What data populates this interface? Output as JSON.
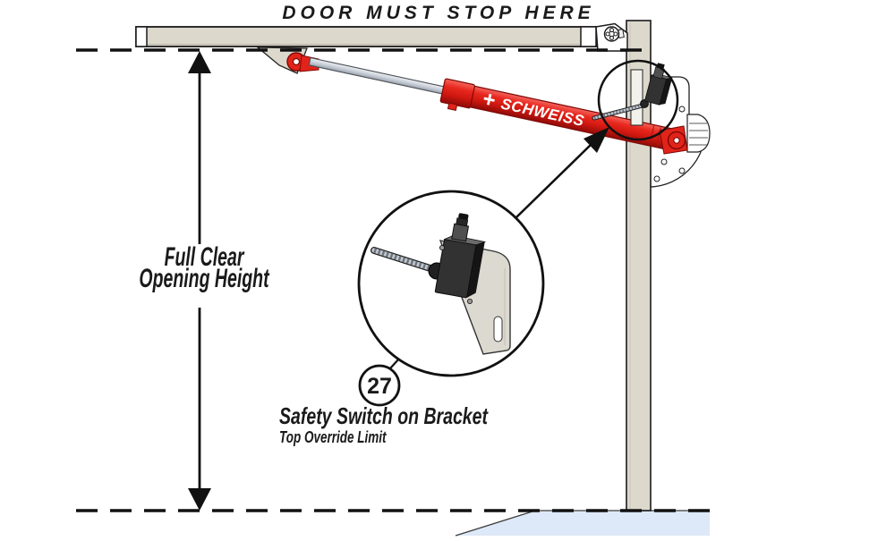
{
  "title": "DOOR MUST STOP HERE",
  "dimension": {
    "line1": "Full Clear",
    "line2": "Opening Height"
  },
  "callout": {
    "number": "27",
    "title": "Safety Switch on Bracket",
    "subtitle": "Top Override Limit"
  },
  "cylinder": {
    "brand": "SCHWEISS"
  },
  "colors": {
    "steel": "#dcd8cc",
    "steel-shadow": "#b9b5a9",
    "red": "#e2231a",
    "red-dark": "#7d0a06",
    "rod-silver": "#c6ccd5",
    "floor-blue": "#dde8f8",
    "switch-dark": "#323232",
    "switch-mid": "#6b6b6b",
    "ink": "#111111"
  }
}
